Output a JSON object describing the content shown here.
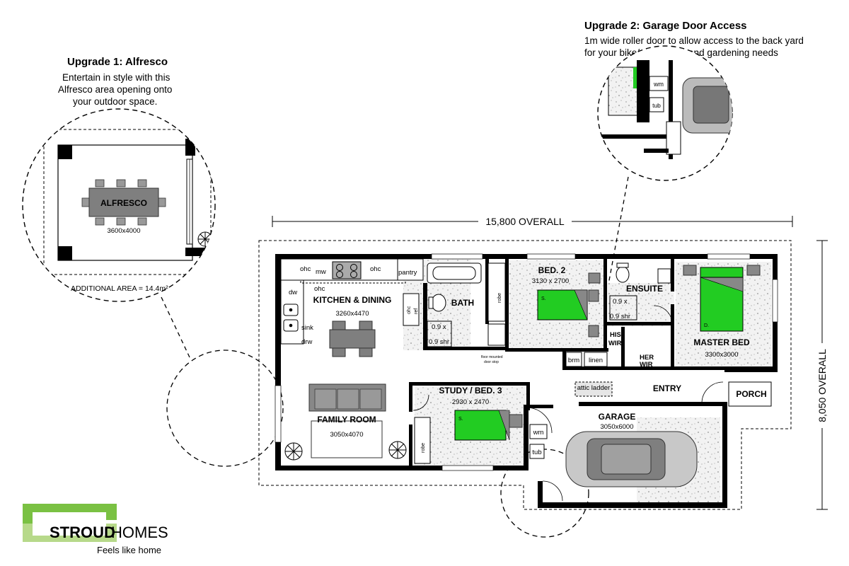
{
  "upgrades": [
    {
      "title": "Upgrade 1: Alfresco",
      "lines": [
        "Entertain in style with this",
        "Alfresco area opening onto",
        "your outdoor space."
      ],
      "room_label": "ALFRESCO",
      "room_size": "3600x4000",
      "additional_area": "ADDITIONAL AREA = 14.4m²"
    },
    {
      "title": "Upgrade 2: Garage Door Access",
      "lines": [
        "1m wide roller door to allow access to the back yard",
        "for your bike/motorcycle and gardening needs"
      ],
      "labels": {
        "wm": "wm",
        "tub": "tub"
      }
    }
  ],
  "dimensions": {
    "overall_width": "15,800 OVERALL",
    "overall_depth": "8,050 OVERALL"
  },
  "rooms": {
    "kitchen": {
      "name": "KITCHEN & DINING",
      "size": "3260x4470"
    },
    "bath": {
      "name": "BATH"
    },
    "bed2": {
      "name": "BED. 2",
      "size": "3130 x 2700"
    },
    "ensuite": {
      "name": "ENSUITE"
    },
    "master": {
      "name": "MASTER BED",
      "size": "3300x3000"
    },
    "study": {
      "name": "STUDY / BED. 3",
      "size": "2930 x 2470"
    },
    "family": {
      "name": "FAMILY ROOM",
      "size": "3050x4070"
    },
    "garage": {
      "name": "GARAGE",
      "size": "3050x6000"
    },
    "entry": {
      "name": "ENTRY"
    },
    "porch": {
      "name": "PORCH"
    }
  },
  "fixtures": {
    "ohc1": "ohc",
    "mw": "mw",
    "ohc2": "ohc",
    "pantry": "pantry",
    "ohc3": "ohc",
    "dw": "dw",
    "sink": "sink",
    "drw": "drw",
    "ohc_v": "ohc",
    "ref": "ref",
    "shower1_a": "0.9 x",
    "shower1_b": "0.9 shr",
    "shower2_a": "0.9 x",
    "shower2_b": "0.9 shr",
    "floor_note_a": "floor mounted",
    "floor_note_b": "door stop",
    "robe1": "robe",
    "robe2": "robe",
    "his_wir_a": "HIS",
    "his_wir_b": "WIR",
    "her_wir_a": "HER",
    "her_wir_b": "WIR",
    "brm": "brm",
    "linen": "linen",
    "attic": "attic ladder",
    "wm": "wm",
    "tub": "tub",
    "bed_s": "S.",
    "bed_d": "D."
  },
  "logo": {
    "brand_bold": "STROUD",
    "brand_light": "HOMES",
    "tagline": "Feels like home"
  },
  "colors": {
    "bed_green": "#22cc22",
    "wall": "#000000",
    "brand_green": "#7ac143",
    "brand_grey": "#6d6e71"
  }
}
